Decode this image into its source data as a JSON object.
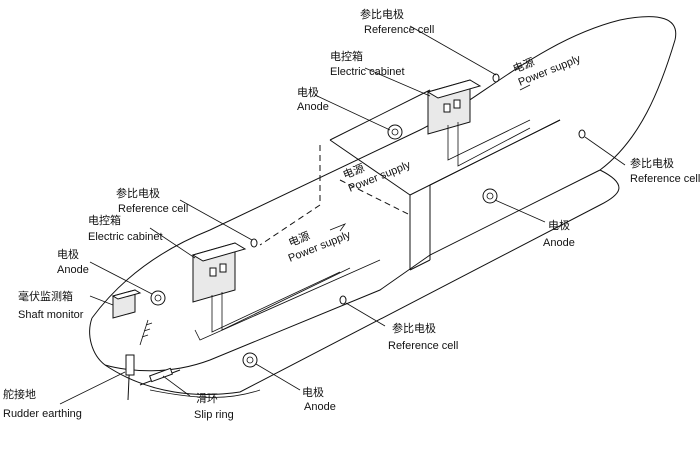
{
  "labels": {
    "ref_cell_top": {
      "zh": "参比电极",
      "en": "Reference cell"
    },
    "cabinet_top": {
      "zh": "电控箱",
      "en": "Electric cabinet"
    },
    "anode_top": {
      "zh": "电极",
      "en": "Anode"
    },
    "ref_cell_right": {
      "zh": "参比电极",
      "en": "Reference cell"
    },
    "anode_right": {
      "zh": "电极",
      "en": "Anode"
    },
    "ref_cell_mid": {
      "zh": "参比电极",
      "en": "Reference cell"
    },
    "cabinet_left": {
      "zh": "电控箱",
      "en": "Electric cabinet"
    },
    "anode_left": {
      "zh": "电极",
      "en": "Anode"
    },
    "shaft_monitor": {
      "zh": "毫伏监测箱",
      "en": "Shaft monitor"
    },
    "ref_cell_bottom": {
      "zh": "参比电极",
      "en": "Reference cell"
    },
    "rudder_earthing": {
      "zh": "舵接地",
      "en": "Rudder earthing"
    },
    "anode_bottom": {
      "zh": "电极",
      "en": "Anode"
    },
    "slip_ring": {
      "zh": "滑环",
      "en": "Slip ring"
    }
  },
  "power_supply": {
    "front": {
      "zh": "电源",
      "en": "Power supply"
    },
    "middle": {
      "zh": "电源",
      "en": "Power supply"
    },
    "rear": {
      "zh": "电源",
      "en": "Power supply"
    }
  }
}
